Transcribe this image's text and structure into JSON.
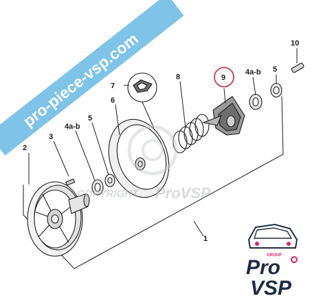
{
  "banner": {
    "text": "pro-piece-vsp.com",
    "color": "#7ec3e8"
  },
  "watermark": {
    "prefix": "COPYRIGHT",
    "brand": "ProVSP"
  },
  "parts": [
    "1",
    "2",
    "3",
    "4a-b",
    "5",
    "6",
    "7",
    "8",
    "9",
    "4a-b",
    "5",
    "10"
  ],
  "highlight": {
    "part": "9",
    "color": "#d0203a"
  },
  "logo": {
    "group": "GROUP",
    "line1": "Pro",
    "line2": "VSP",
    "color_dark": "#1f2a44",
    "color_accent": "#e0206e"
  }
}
